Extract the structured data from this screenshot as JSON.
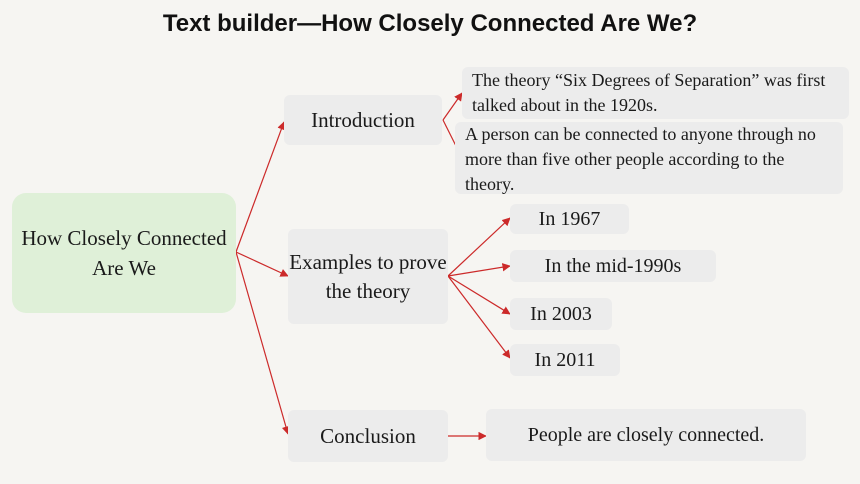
{
  "title": "Text builder—How Closely Connected Are We?",
  "root": {
    "label": "How Closely Connected Are We"
  },
  "branches": {
    "introduction": {
      "label": "Introduction",
      "notes": [
        "The theory “Six Degrees of Separation” was first talked about in the 1920s.",
        "A person can be connected to anyone through no more than five other people according to the theory."
      ]
    },
    "examples": {
      "label": "Examples to prove the theory",
      "items": [
        "In 1967",
        "In the mid-1990s",
        "In 2003",
        "In 2011"
      ]
    },
    "conclusion": {
      "label": "Conclusion",
      "result": "People are closely connected."
    }
  },
  "colors": {
    "background": "#f6f5f2",
    "root_fill": "#dff0d8",
    "node_fill": "#ececec",
    "arrow": "#cc2a2a"
  }
}
